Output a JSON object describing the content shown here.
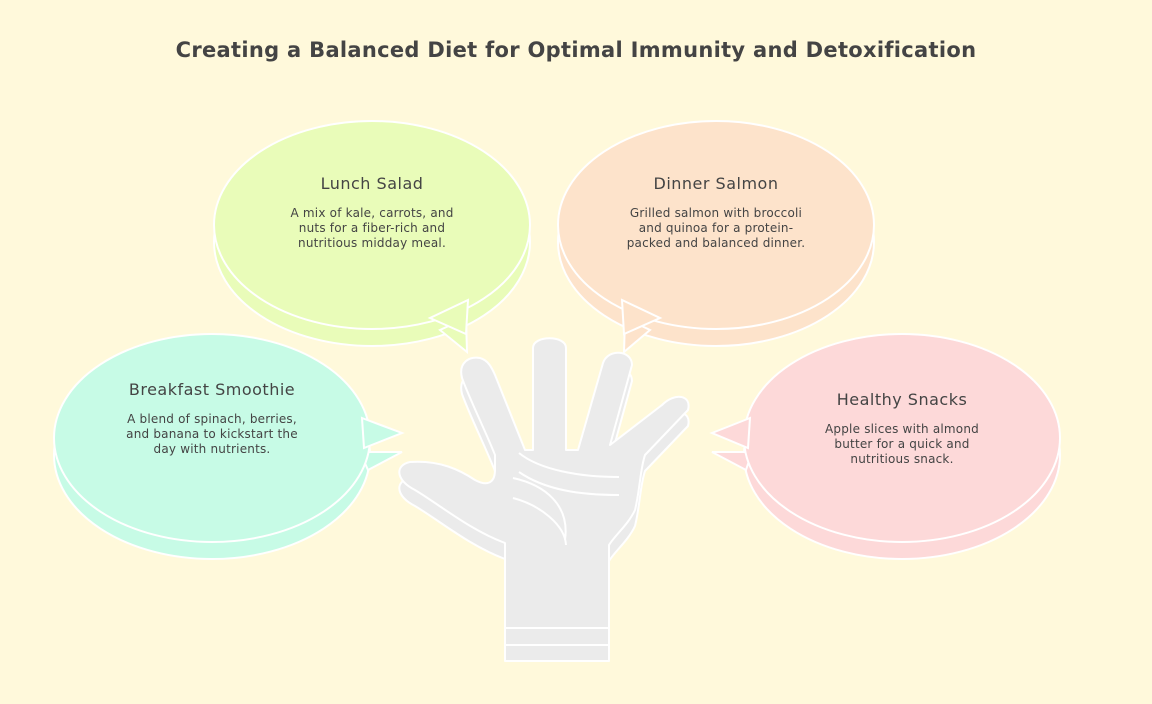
{
  "title": "Creating a Balanced Diet for Optimal Immunity and Detoxification",
  "colors": {
    "background": "#fff9db",
    "breakfast": "#c7fbe6",
    "lunch": "#e9fcb9",
    "dinner": "#fde3cb",
    "snacks": "#fdd9d9",
    "hand": "#ebebeb"
  },
  "items": [
    {
      "title": "Breakfast Smoothie",
      "text": "A blend of spinach, berries, and banana to kickstart the day with nutrients."
    },
    {
      "title": "Lunch Salad",
      "text": "A mix of kale, carrots, and nuts for a fiber-rich and nutritious midday meal."
    },
    {
      "title": "Dinner Salmon",
      "text": "Grilled salmon with broccoli and quinoa for a protein-packed and balanced dinner."
    },
    {
      "title": "Healthy Snacks",
      "text": "Apple slices with almond butter for a quick and nutritious snack."
    }
  ]
}
